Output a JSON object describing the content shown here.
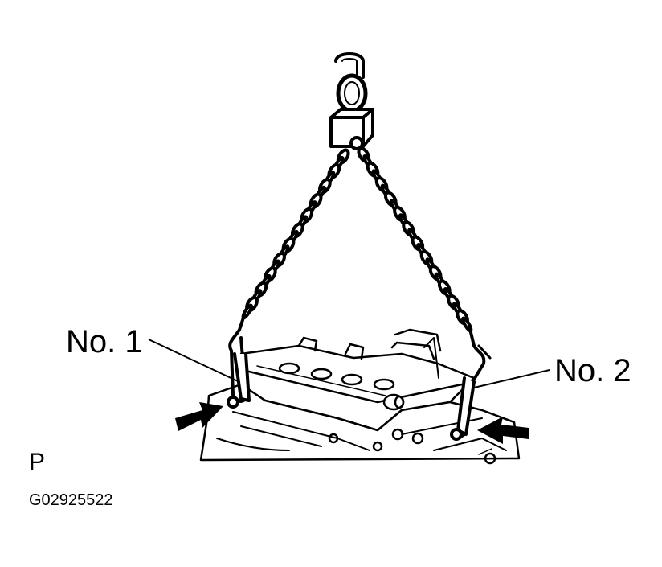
{
  "labels": {
    "hook_1": "No. 1",
    "hook_2": "No. 2",
    "view_marker": "P",
    "figure_code": "G02925522"
  }
}
